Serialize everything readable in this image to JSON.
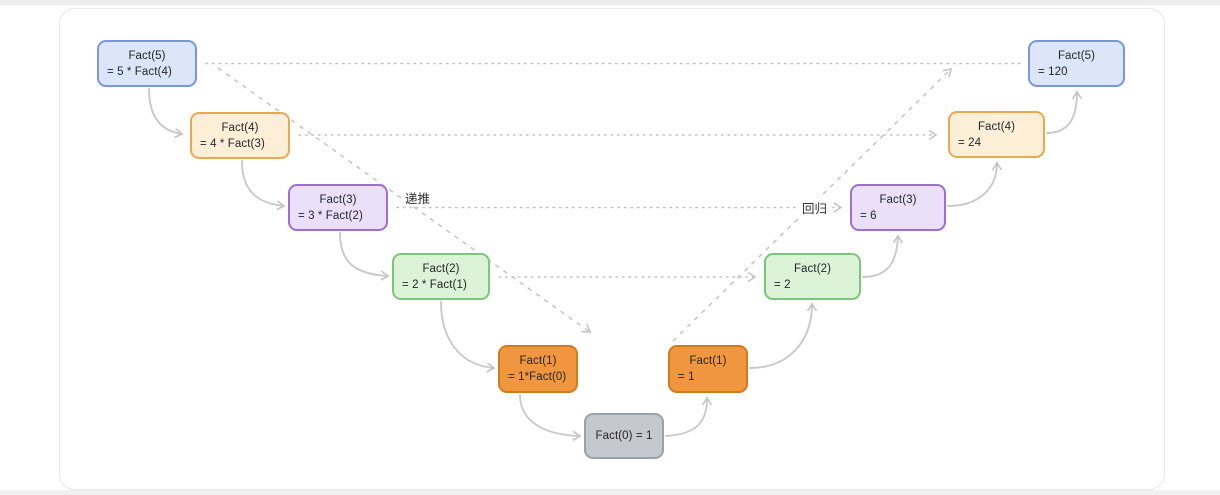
{
  "diagram": {
    "description": "factorial-recursion-diagram",
    "labels": {
      "recursion_phase": "递推",
      "return_phase": "回归"
    },
    "nodes": [
      {
        "id": "call-fact5",
        "line1": "Fact(5)",
        "line2": "= 5 * Fact(4)",
        "fill": "#dbe6f9",
        "border": "#7b97da"
      },
      {
        "id": "call-fact4",
        "line1": "Fact(4)",
        "line2": "= 4 * Fact(3)",
        "fill": "#fdeed8",
        "border": "#e9aa4f"
      },
      {
        "id": "call-fact3",
        "line1": "Fact(3)",
        "line2": "= 3 * Fact(2)",
        "fill": "#ecdffa",
        "border": "#9b6fd3"
      },
      {
        "id": "call-fact2",
        "line1": "Fact(2)",
        "line2": "= 2 * Fact(1)",
        "fill": "#dcf3d8",
        "border": "#7cc57a"
      },
      {
        "id": "call-fact1",
        "line1": "Fact(1)",
        "line2": "= 1*Fact(0)",
        "fill": "#f0963e",
        "border": "#d07b1e"
      },
      {
        "id": "base-case",
        "line1": "Fact(0) = 1",
        "fill": "#c5c8ce",
        "border": "#9ba0a8"
      },
      {
        "id": "return-fact1",
        "line1": "Fact(1)",
        "line2": "= 1",
        "fill": "#f0963e",
        "border": "#d07b1e"
      },
      {
        "id": "return-fact2",
        "line1": "Fact(2)",
        "line2": "= 2",
        "fill": "#dcf3d8",
        "border": "#7cc57a"
      },
      {
        "id": "return-fact3",
        "line1": "Fact(3)",
        "line2": "= 6",
        "fill": "#ecdffa",
        "border": "#9b6fd3"
      },
      {
        "id": "return-fact4",
        "line1": "Fact(4)",
        "line2": "= 24",
        "fill": "#fdeed8",
        "border": "#e9aa4f"
      },
      {
        "id": "return-fact5",
        "line1": "Fact(5)",
        "line2": "= 120",
        "fill": "#dbe6f9",
        "border": "#7b97da"
      }
    ],
    "connector_color": "#c9c9c9",
    "guide_line_color": "#c4c4c4"
  }
}
